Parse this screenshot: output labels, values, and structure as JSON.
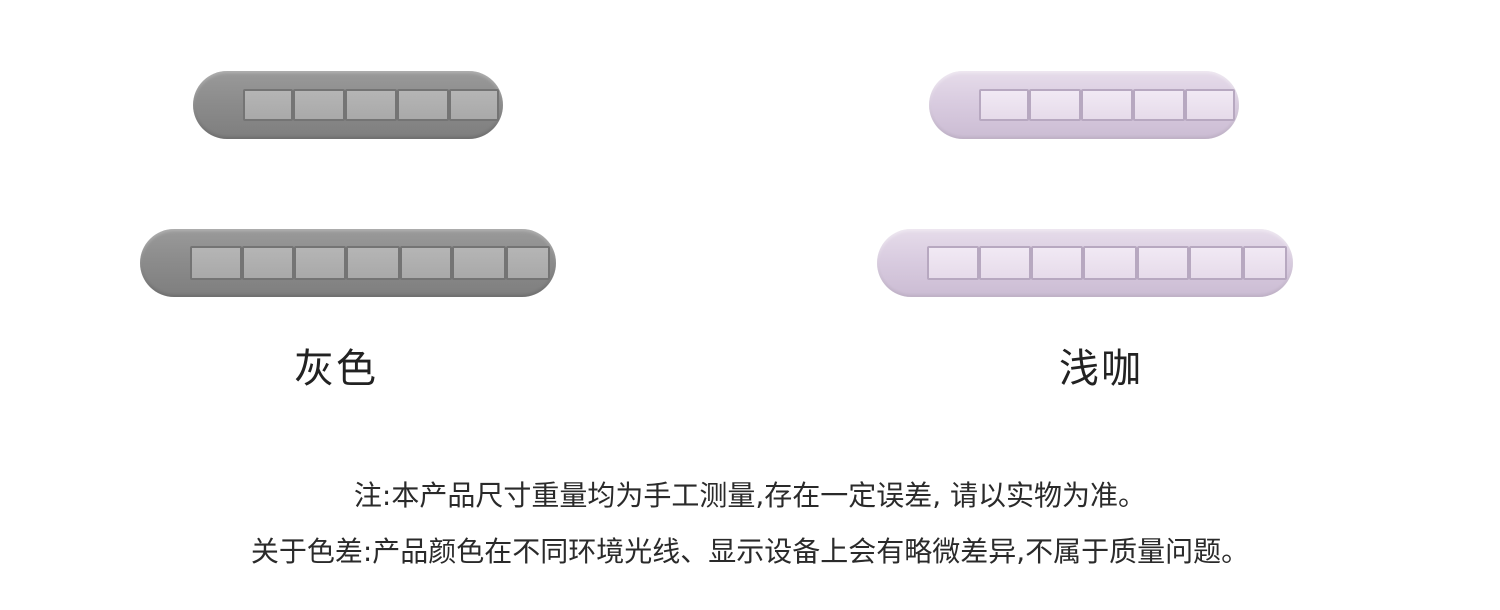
{
  "products": [
    {
      "id": "gray",
      "label": "灰色"
    },
    {
      "id": "light-mocha",
      "label": "浅咖"
    }
  ],
  "notes": {
    "line1": "注:本产品尺寸重量均为手工测量,存在一定误差, 请以实物为准。",
    "line2": "关于色差:产品颜色在不同环境光线、显示设备上会有略微差异,不属于质量问题。"
  },
  "colors": {
    "gray": "#8c8c8c",
    "light-mocha": "#d9cce0",
    "text": "#222222",
    "background": "#ffffff"
  },
  "images": [
    {
      "name": "gray-cable-holder-5-slot",
      "slots": 5
    },
    {
      "name": "gray-cable-holder-7-slot",
      "slots": 7
    },
    {
      "name": "light-mocha-cable-holder-5-slot",
      "slots": 5
    },
    {
      "name": "light-mocha-cable-holder-7-slot",
      "slots": 7
    }
  ]
}
